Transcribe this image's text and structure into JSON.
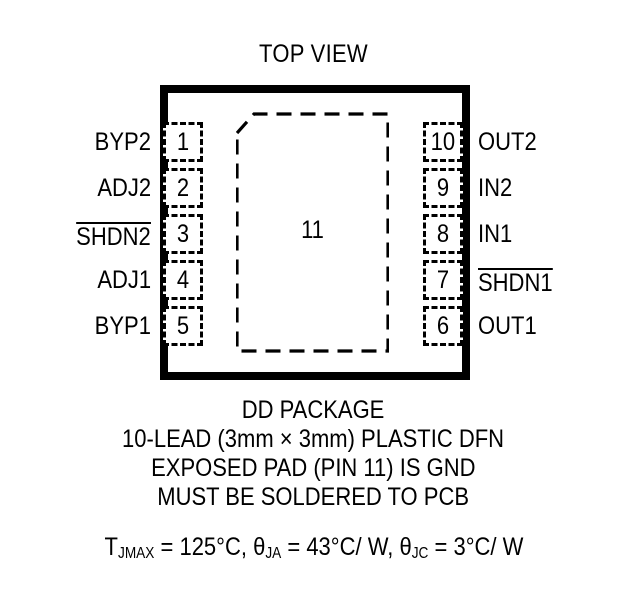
{
  "diagram": {
    "title": "TOP VIEW",
    "package_outline": {
      "style": "solid-thick-black-rectangle"
    },
    "exposed_pad": {
      "number": "11",
      "style": "dashed-rectangle-with-chamfered-top-left-corner"
    },
    "pins": {
      "left": [
        {
          "number": "1",
          "name": "BYP2",
          "overline": false
        },
        {
          "number": "2",
          "name": "ADJ2",
          "overline": false
        },
        {
          "number": "3",
          "name": "SHDN2",
          "overline": true
        },
        {
          "number": "4",
          "name": "ADJ1",
          "overline": false
        },
        {
          "number": "5",
          "name": "BYP1",
          "overline": false
        }
      ],
      "right": [
        {
          "number": "10",
          "name": "OUT2",
          "overline": false
        },
        {
          "number": "9",
          "name": "IN2",
          "overline": false
        },
        {
          "number": "8",
          "name": "IN1",
          "overline": false
        },
        {
          "number": "7",
          "name": "SHDN1",
          "overline": true
        },
        {
          "number": "6",
          "name": "OUT1",
          "overline": false
        }
      ]
    },
    "caption": [
      "DD PACKAGE",
      "10-LEAD (3mm × 3mm) PLASTIC DFN",
      "EXPOSED PAD (PIN 11) IS GND",
      "MUST BE SOLDERED TO PCB"
    ],
    "thermal": {
      "tjmax_symbol": "T",
      "tjmax_subscript": "JMAX",
      "tjmax_value": " = 125°C, ",
      "theta_ja_symbol": "θ",
      "theta_ja_subscript": "JA",
      "theta_ja_value": " = 43°C/ W, ",
      "theta_jc_symbol": "θ",
      "theta_jc_subscript": "JC",
      "theta_jc_value": " = 3°C/ W"
    },
    "colors": {
      "ink": "#000000",
      "background": "#ffffff"
    }
  }
}
